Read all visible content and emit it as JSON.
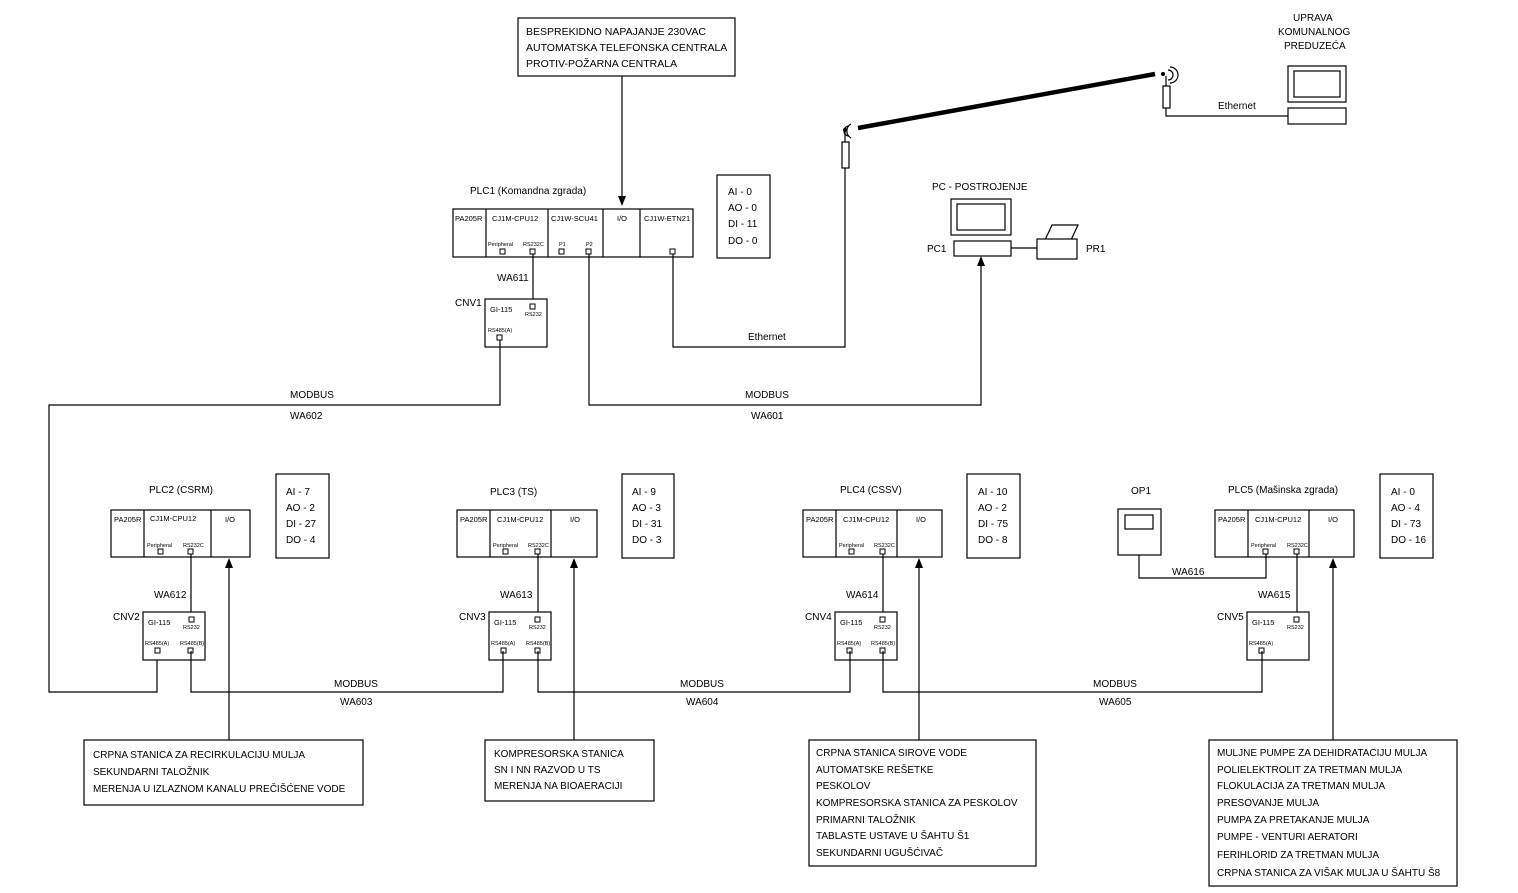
{
  "top_box": [
    "BESPREKIDNO NAPAJANJE 230VAC",
    "AUTOMATSKA TELEFONSKA CENTRALA",
    "PROTIV-POŽARNA CENTRALA"
  ],
  "uprava": [
    "UPRAVA",
    "KOMUNALNOG",
    "PREDUZEĆA"
  ],
  "ethernet": "Ethernet",
  "pc_label": "PC - POSTROJENJE",
  "pc1": "PC1",
  "pr1": "PR1",
  "plc1": {
    "title": "PLC1 (Komandna zgrada)",
    "modules": [
      "PA205R",
      "CJ1M-CPU12",
      "CJ1W-SCU41",
      "I/O",
      "CJ1W-ETN21"
    ],
    "ports": [
      "Peripheral",
      "RS232C",
      "P1",
      "P2"
    ],
    "io": [
      "AI - 0",
      "AO - 0",
      "DI - 11",
      "DO - 0"
    ]
  },
  "plc2": {
    "title": "PLC2 (CSRM)",
    "modules": [
      "PA205R",
      "CJ1M-CPU12",
      "I/O"
    ],
    "ports": [
      "Peripheral",
      "RS232C"
    ],
    "io": [
      "AI - 7",
      "AO - 2",
      "DI - 27",
      "DO - 4"
    ]
  },
  "plc3": {
    "title": "PLC3 (TS)",
    "modules": [
      "PA205R",
      "CJ1M-CPU12",
      "I/O"
    ],
    "ports": [
      "Peripheral",
      "RS232C"
    ],
    "io": [
      "AI - 9",
      "AO - 3",
      "DI - 31",
      "DO - 3"
    ]
  },
  "plc4": {
    "title": "PLC4 (CSSV)",
    "modules": [
      "PA205R",
      "CJ1M-CPU12",
      "I/O"
    ],
    "ports": [
      "Peripheral",
      "RS232C"
    ],
    "io": [
      "AI - 10",
      "AO - 2",
      "DI - 75",
      "DO - 8"
    ]
  },
  "plc5": {
    "title": "PLC5 (Mašinska zgrada)",
    "modules": [
      "PA205R",
      "CJ1M-CPU12",
      "I/O"
    ],
    "ports": [
      "Peripheral",
      "RS232C"
    ],
    "io": [
      "AI - 0",
      "AO - 4",
      "DI - 73",
      "DO - 16"
    ]
  },
  "op1": "OP1",
  "cnv": {
    "module": "GI-115",
    "rs232": "RS232",
    "rs485a": "RS485(A)",
    "rs485b": "RS485(B)",
    "names": [
      "CNV1",
      "CNV2",
      "CNV3",
      "CNV4",
      "CNV5"
    ]
  },
  "cables": {
    "wa611": "WA611",
    "wa612": "WA612",
    "wa613": "WA613",
    "wa614": "WA614",
    "wa615": "WA615",
    "wa616": "WA616",
    "wa601": "WA601",
    "wa602": "WA602",
    "wa603": "WA603",
    "wa604": "WA604",
    "wa605": "WA605"
  },
  "modbus": "MODBUS",
  "bottom_box1": [
    "CRPNA STANICA ZA RECIRKULACIJU MULJA",
    "SEKUNDARNI TALOŽNIK",
    "MERENJA U IZLAZNOM KANALU PREČIŠĆENE VODE"
  ],
  "bottom_box2": [
    "KOMPRESORSKA STANICA",
    "SN I NN RAZVOD U TS",
    "MERENJA NA BIOAERACIJI"
  ],
  "bottom_box3": [
    "CRPNA STANICA SIROVE VODE",
    "AUTOMATSKE REŠETKE",
    "PESKOLOV",
    "KOMPRESORSKA STANICA ZA PESKOLOV",
    "PRIMARNI TALOŽNIK",
    "TABLASTE USTAVE U ŠAHTU Š1",
    "SEKUNDARNI UGUŠĆIVAČ"
  ],
  "bottom_box4": [
    "MULJNE PUMPE ZA DEHIDRATACIJU MULJA",
    "POLIELEKTROLIT ZA TRETMAN MULJA",
    "FLOKULACIJA ZA TRETMAN MULJA",
    "PRESOVANJE MULJA",
    "PUMPA ZA PRETAKANJE MULJA",
    "PUMPE - VENTURI AERATORI",
    "FERIHLORID ZA TRETMAN MULJA",
    "CRPNA STANICA ZA VIŠAK MULJA U ŠAHTU Š8"
  ]
}
